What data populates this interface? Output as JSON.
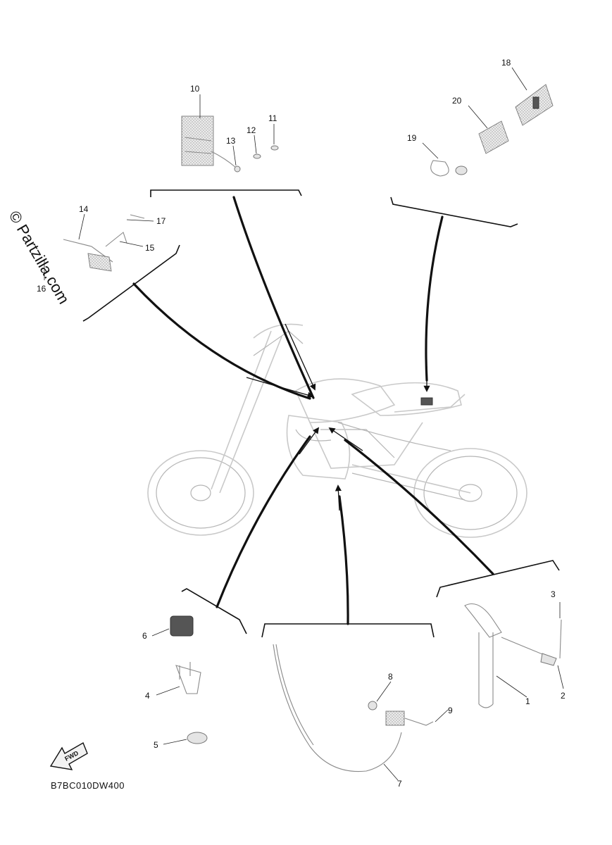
{
  "watermark": "© Partzilla.com",
  "diagram_code": "B7BC010DW400",
  "fwd_label": "FWD",
  "callouts": {
    "c1": "1",
    "c2": "2",
    "c3": "3",
    "c4": "4",
    "c5": "5",
    "c6": "6",
    "c7": "7",
    "c8": "8",
    "c9": "9",
    "c10": "10",
    "c11": "11",
    "c12": "12",
    "c13": "13",
    "c14": "14",
    "c15": "15",
    "c16": "16",
    "c17": "17",
    "c18": "18",
    "c19": "19",
    "c20": "20"
  }
}
